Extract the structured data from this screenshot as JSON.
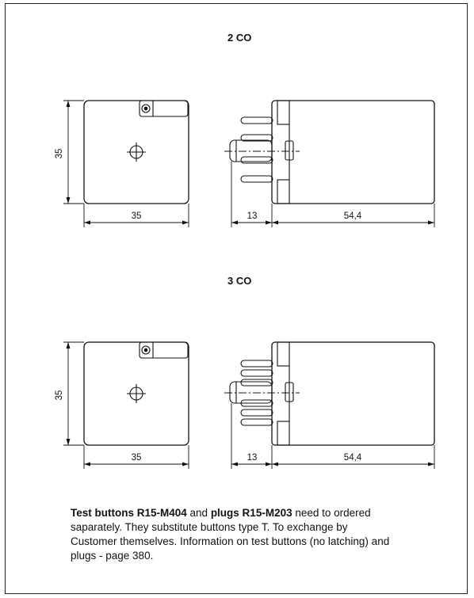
{
  "sections": [
    {
      "title": "2 CO",
      "dims": {
        "height": "35",
        "width": "35",
        "pins": "13",
        "length": "54,4"
      }
    },
    {
      "title": "3 CO",
      "dims": {
        "height": "35",
        "width": "35",
        "pins": "13",
        "length": "54,4"
      }
    }
  ],
  "note": {
    "b1": "Test buttons R15-M404",
    "t1": " and ",
    "b2": "plugs R15-M203",
    "t2": " need to ordered saparately. They substitute buttons type T. To exchange by Customer themselves. Information on test buttons (no latching) and plugs - page 380."
  }
}
